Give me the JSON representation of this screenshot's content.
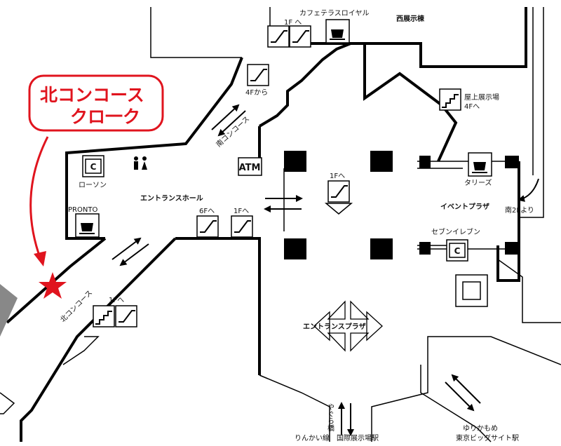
{
  "callout": {
    "line1": "北コンコース",
    "line2": "クロ一ク",
    "color": "#e0141e"
  },
  "labels": {
    "cafe_royal": "カフェテラスロイヤル",
    "west_hall": "西展示棟",
    "to_1f_top": "1F へ",
    "from_4f": "4Fから",
    "south_concourse": "南コンコース",
    "rooftop": "屋上展示場",
    "to_4f": "4Fへ",
    "atm": "ATM",
    "lawson": "ローソン",
    "entrance_hall": "エントランスホール",
    "pronto": "PRONTO",
    "to_6f": "6Fへ",
    "to_1f_mid": "1Fへ",
    "to_1f_center": "1Fへ",
    "tullys": "タリーズ",
    "event_plaza": "イベントプラザ",
    "from_s2f": "南2Fより",
    "seven_eleven": "セブンイレブン",
    "north_concourse": "北コンコース",
    "to_1f_bottom": "1Fへ",
    "entrance_plaza": "エントランスプラザ",
    "yagura_bridge": "やぐら橋",
    "rinkai_line": "りんかい線",
    "kokusai_station": "国際展示場駅",
    "yurikamome": "ゆりかもめ",
    "big_sight_station": "東京ビッグサイト駅"
  },
  "icons": {
    "coin_locker": "C",
    "conv_store": "C"
  }
}
